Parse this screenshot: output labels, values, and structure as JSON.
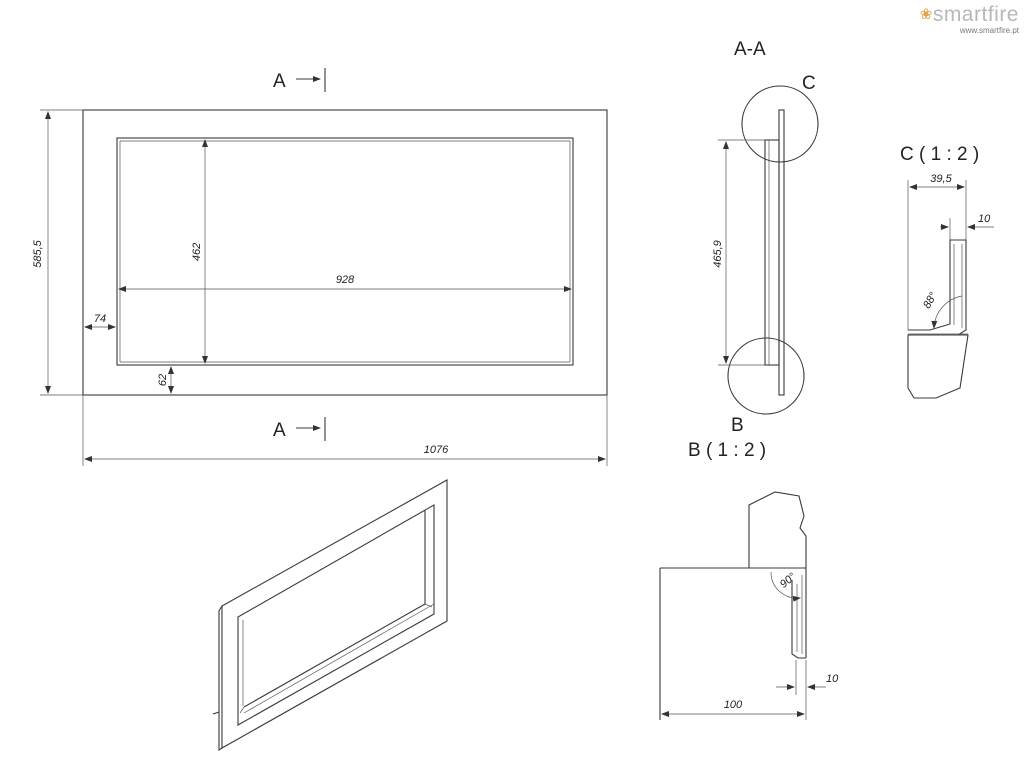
{
  "logo": {
    "brand": "smartfire",
    "url": "www.smartfire.pt",
    "accent": "#e0a24a"
  },
  "section_labels": {
    "cut_top": "A",
    "cut_bottom": "A",
    "section": "A-A",
    "detail_c": "C",
    "detail_b": "B",
    "detail_c_title": "C ( 1 : 2 )",
    "detail_b_title": "B ( 1 : 2 )"
  },
  "dimensions": {
    "total_height": "585,5",
    "inner_height": "462",
    "inner_width": "928",
    "side_border": "74",
    "bottom_border": "62",
    "total_width": "1076",
    "section_height": "465,9",
    "c_width": "39,5",
    "c_lip": "10",
    "c_angle": "88°",
    "b_angle": "90°",
    "b_lip": "10",
    "b_depth": "100"
  }
}
